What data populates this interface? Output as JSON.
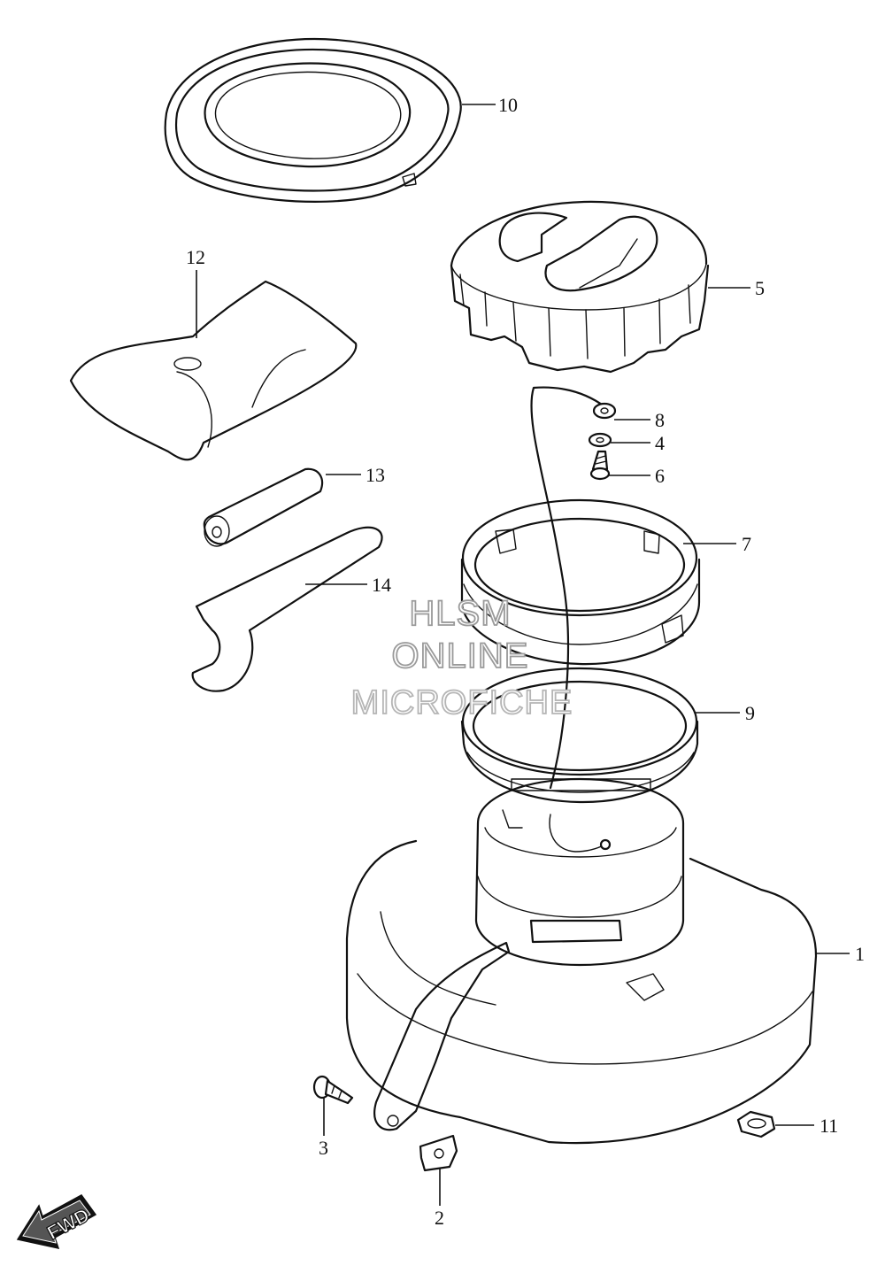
{
  "callouts": {
    "c1": "1",
    "c2": "2",
    "c3": "3",
    "c4": "4",
    "c5": "5",
    "c6": "6",
    "c7": "7",
    "c8": "8",
    "c9": "9",
    "c10": "10",
    "c11": "11",
    "c12": "12",
    "c13": "13",
    "c14": "14"
  },
  "watermark": {
    "line1": "HLSM",
    "line2": "ONLINE",
    "line3": "MICROFICHE"
  },
  "direction_marker": "FWD"
}
